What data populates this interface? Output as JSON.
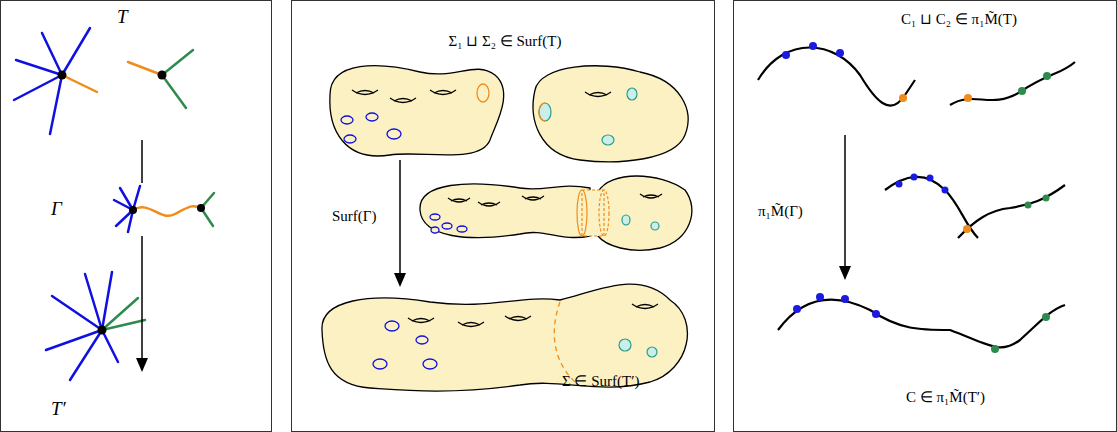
{
  "diagram": {
    "nodes": [
      {
        "text": [
          "T",
          "Γ",
          "T′"
        ]
      },
      {
        "text": [
          "Σ₁ ⊔ Σ₂ ∈ Surf(T)",
          "Surf(Γ)",
          "Σ ∈ Surf(T′)"
        ]
      },
      {
        "text": [
          "C₁ ⊔ C₂ ∈ π₁M̃(T)",
          "π₁M̃(Γ)",
          "C ∈ π₁M̃(T′)"
        ]
      }
    ]
  }
}
